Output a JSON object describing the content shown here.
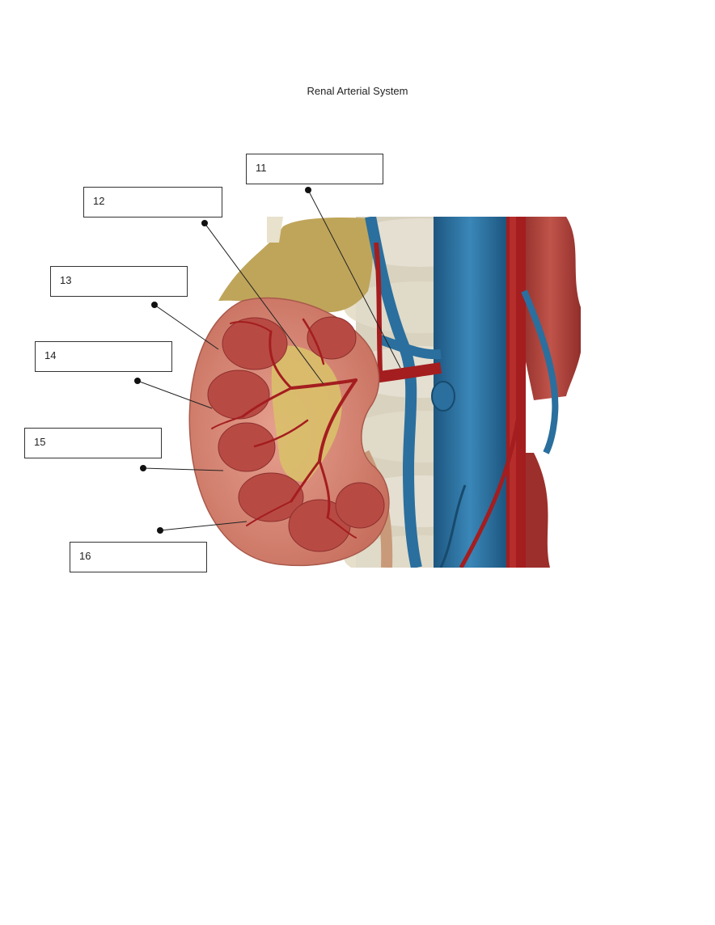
{
  "title": "Renal Arterial System",
  "labels": [
    {
      "number": "11"
    },
    {
      "number": "12"
    },
    {
      "number": "13"
    },
    {
      "number": "14"
    },
    {
      "number": "15"
    },
    {
      "number": "16"
    }
  ],
  "colors": {
    "artery": "#a41d1f",
    "vein": "#2a6f9e",
    "kidney_cortex": "#d98a7a",
    "pyramid": "#b84a44",
    "fat": "#d9c06a",
    "bone": "#e8e1cc",
    "muscle": "#b84a40"
  }
}
